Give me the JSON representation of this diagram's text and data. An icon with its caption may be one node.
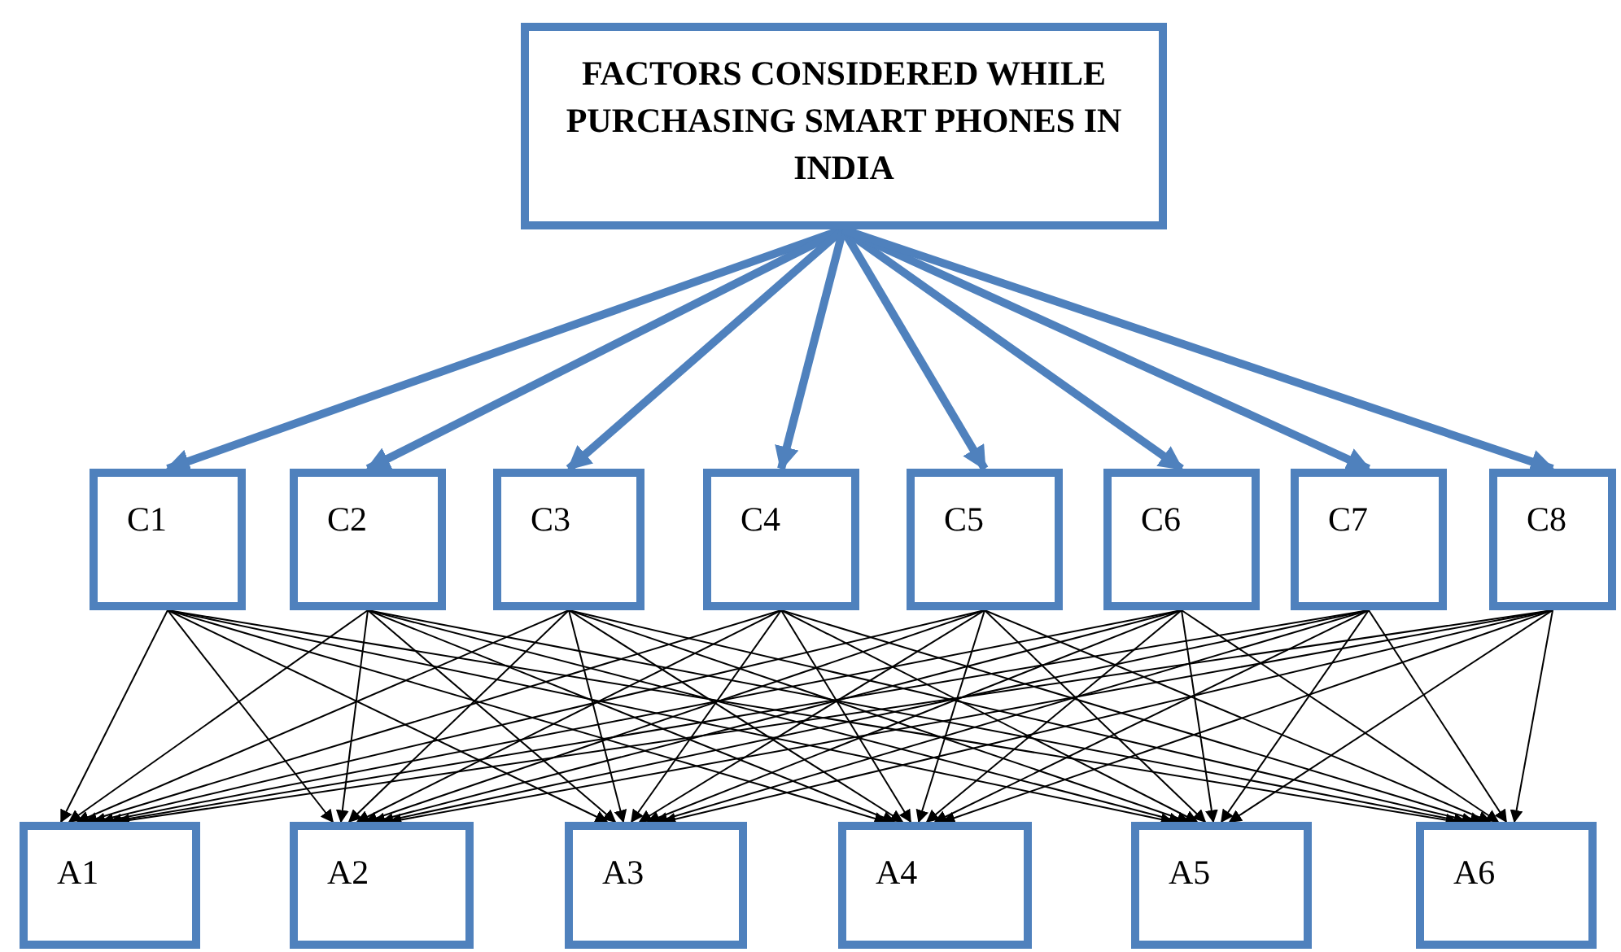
{
  "diagram": {
    "nodes": [
      {
        "text": [
          "FACTORS CONSIDERED WHILE PURCHASING SMART PHONES IN INDIA"
        ]
      },
      {
        "text": [
          "C1"
        ]
      },
      {
        "text": [
          "C2"
        ]
      },
      {
        "text": [
          "C3"
        ]
      },
      {
        "text": [
          "C4"
        ]
      },
      {
        "text": [
          "C5"
        ]
      },
      {
        "text": [
          "C6"
        ]
      },
      {
        "text": [
          "C7"
        ]
      },
      {
        "text": [
          "C8"
        ]
      },
      {
        "text": [
          "A1"
        ]
      },
      {
        "text": [
          "A2"
        ]
      },
      {
        "text": [
          "A3"
        ]
      },
      {
        "text": [
          "A4"
        ]
      },
      {
        "text": [
          "A5"
        ]
      },
      {
        "text": [
          "A6"
        ]
      }
    ],
    "edges": [
      {
        "from": 0,
        "to": 1,
        "arrow": "to",
        "style": "thick",
        "color": "#4f81bd"
      },
      {
        "from": 0,
        "to": 2,
        "arrow": "to",
        "style": "thick",
        "color": "#4f81bd"
      },
      {
        "from": 0,
        "to": 3,
        "arrow": "to",
        "style": "thick",
        "color": "#4f81bd"
      },
      {
        "from": 0,
        "to": 4,
        "arrow": "to",
        "style": "thick",
        "color": "#4f81bd"
      },
      {
        "from": 0,
        "to": 5,
        "arrow": "to",
        "style": "thick",
        "color": "#4f81bd"
      },
      {
        "from": 0,
        "to": 6,
        "arrow": "to",
        "style": "thick",
        "color": "#4f81bd"
      },
      {
        "from": 0,
        "to": 7,
        "arrow": "to",
        "style": "thick",
        "color": "#4f81bd"
      },
      {
        "from": 0,
        "to": 8,
        "arrow": "to",
        "style": "thick",
        "color": "#4f81bd"
      },
      {
        "from": 1,
        "to": 9,
        "arrow": "to"
      },
      {
        "from": 1,
        "to": 10,
        "arrow": "to"
      },
      {
        "from": 1,
        "to": 11,
        "arrow": "to"
      },
      {
        "from": 1,
        "to": 12,
        "arrow": "to"
      },
      {
        "from": 1,
        "to": 13,
        "arrow": "to"
      },
      {
        "from": 1,
        "to": 14,
        "arrow": "to"
      },
      {
        "from": 2,
        "to": 9,
        "arrow": "to"
      },
      {
        "from": 2,
        "to": 10,
        "arrow": "to"
      },
      {
        "from": 2,
        "to": 11,
        "arrow": "to"
      },
      {
        "from": 2,
        "to": 12,
        "arrow": "to"
      },
      {
        "from": 2,
        "to": 13,
        "arrow": "to"
      },
      {
        "from": 2,
        "to": 14,
        "arrow": "to"
      },
      {
        "from": 3,
        "to": 9,
        "arrow": "to"
      },
      {
        "from": 3,
        "to": 10,
        "arrow": "to"
      },
      {
        "from": 3,
        "to": 11,
        "arrow": "to"
      },
      {
        "from": 3,
        "to": 12,
        "arrow": "to"
      },
      {
        "from": 3,
        "to": 13,
        "arrow": "to"
      },
      {
        "from": 3,
        "to": 14,
        "arrow": "to"
      },
      {
        "from": 4,
        "to": 9,
        "arrow": "to"
      },
      {
        "from": 4,
        "to": 10,
        "arrow": "to"
      },
      {
        "from": 4,
        "to": 11,
        "arrow": "to"
      },
      {
        "from": 4,
        "to": 12,
        "arrow": "to"
      },
      {
        "from": 4,
        "to": 13,
        "arrow": "to"
      },
      {
        "from": 4,
        "to": 14,
        "arrow": "to"
      },
      {
        "from": 5,
        "to": 9,
        "arrow": "to"
      },
      {
        "from": 5,
        "to": 10,
        "arrow": "to"
      },
      {
        "from": 5,
        "to": 11,
        "arrow": "to"
      },
      {
        "from": 5,
        "to": 12,
        "arrow": "to"
      },
      {
        "from": 5,
        "to": 13,
        "arrow": "to"
      },
      {
        "from": 5,
        "to": 14,
        "arrow": "to"
      },
      {
        "from": 6,
        "to": 9,
        "arrow": "to"
      },
      {
        "from": 6,
        "to": 10,
        "arrow": "to"
      },
      {
        "from": 6,
        "to": 11,
        "arrow": "to"
      },
      {
        "from": 6,
        "to": 12,
        "arrow": "to"
      },
      {
        "from": 6,
        "to": 13,
        "arrow": "to"
      },
      {
        "from": 6,
        "to": 14,
        "arrow": "to"
      },
      {
        "from": 7,
        "to": 9,
        "arrow": "to"
      },
      {
        "from": 7,
        "to": 10,
        "arrow": "to"
      },
      {
        "from": 7,
        "to": 11,
        "arrow": "to"
      },
      {
        "from": 7,
        "to": 12,
        "arrow": "to"
      },
      {
        "from": 7,
        "to": 13,
        "arrow": "to"
      },
      {
        "from": 7,
        "to": 14,
        "arrow": "to"
      },
      {
        "from": 8,
        "to": 9,
        "arrow": "to"
      },
      {
        "from": 8,
        "to": 10,
        "arrow": "to"
      },
      {
        "from": 8,
        "to": 11,
        "arrow": "to"
      },
      {
        "from": 8,
        "to": 12,
        "arrow": "to"
      },
      {
        "from": 8,
        "to": 13,
        "arrow": "to"
      },
      {
        "from": 8,
        "to": 14,
        "arrow": "to"
      }
    ]
  }
}
